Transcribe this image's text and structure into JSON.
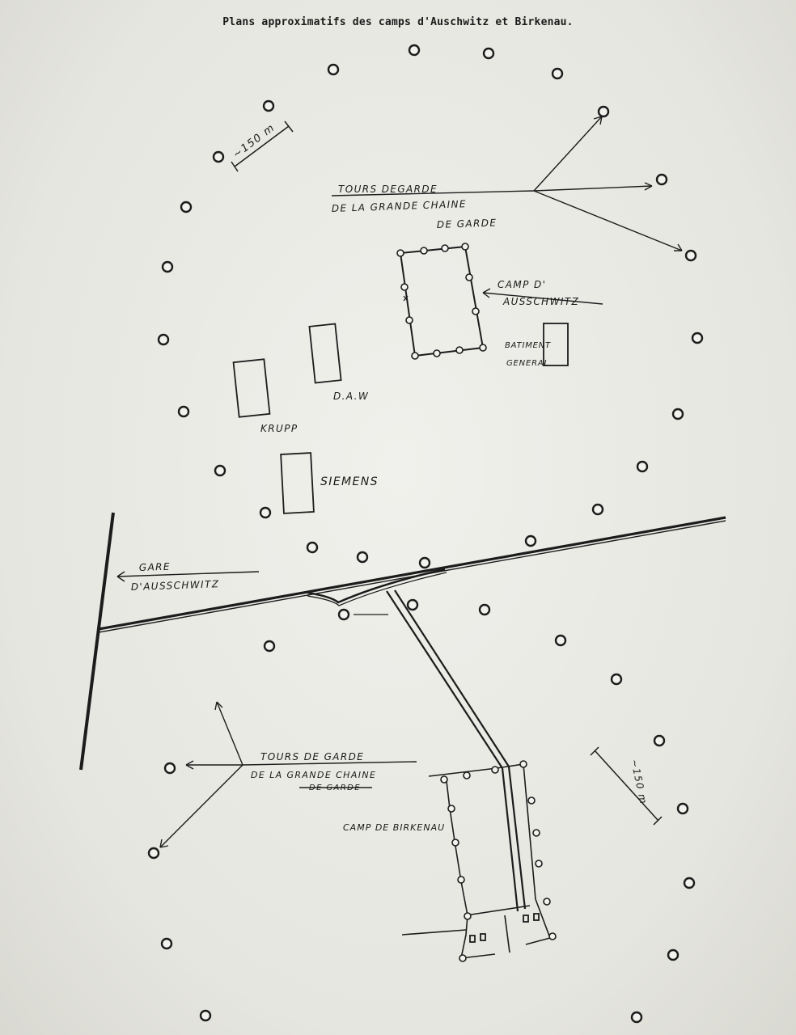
{
  "title": "Plans approximatifs des camps d'Auschwitz et Birkenau.",
  "labels": {
    "watchtowers_north_1": "TOURS DEGARDE",
    "watchtowers_north_2": "DE LA GRANDE CHAINE",
    "watchtowers_north_3": "DE GARDE",
    "camp_auschwitz_1": "CAMP D'",
    "camp_auschwitz_2": "AUSSCHWITZ",
    "main_building_1": "BATIMENT",
    "main_building_2": "GENERAL",
    "daw": "D.A.W",
    "krupp": "KRUPP",
    "siemens": "SIEMENS",
    "station_1": "GARE",
    "station_2": "D'AUSSCHWITZ",
    "watchtowers_south_1": "TOURS DE GARDE",
    "watchtowers_south_2": "DE LA GRANDE CHAINE",
    "watchtowers_south_3": "DE GARDE",
    "camp_birkenau": "CAMP DE BIRKENAU",
    "scale_north": "~150 m",
    "scale_south": "~150 m"
  },
  "colors": {
    "paper": "#e9e9e4",
    "ink": "#1c1c1c"
  }
}
